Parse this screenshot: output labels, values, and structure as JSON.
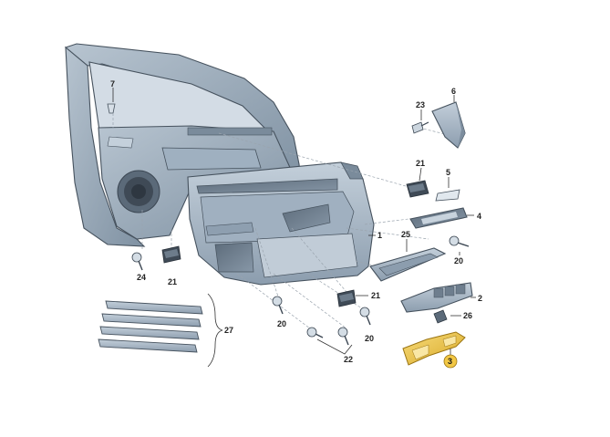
{
  "diagram": {
    "labels": [
      {
        "id": "7",
        "text": "7"
      },
      {
        "id": "23",
        "text": "23"
      },
      {
        "id": "6",
        "text": "6"
      },
      {
        "id": "21a",
        "text": "21"
      },
      {
        "id": "5",
        "text": "5"
      },
      {
        "id": "4",
        "text": "4"
      },
      {
        "id": "1",
        "text": "1"
      },
      {
        "id": "25",
        "text": "25"
      },
      {
        "id": "20a",
        "text": "20"
      },
      {
        "id": "24",
        "text": "24"
      },
      {
        "id": "21b",
        "text": "21"
      },
      {
        "id": "2",
        "text": "2"
      },
      {
        "id": "21c",
        "text": "21"
      },
      {
        "id": "20b",
        "text": "20"
      },
      {
        "id": "26",
        "text": "26"
      },
      {
        "id": "20c",
        "text": "20"
      },
      {
        "id": "27",
        "text": "27"
      },
      {
        "id": "22",
        "text": "22"
      },
      {
        "id": "3",
        "text": "3"
      }
    ],
    "colors": {
      "door_frame": "#8fa0b0",
      "door_frame_light": "#b9c6d2",
      "trim_panel": "#a9b8c6",
      "trim_dark": "#6e7e8e",
      "highlight_part": "#f2c744",
      "highlight_badge": "#f2c744"
    }
  }
}
